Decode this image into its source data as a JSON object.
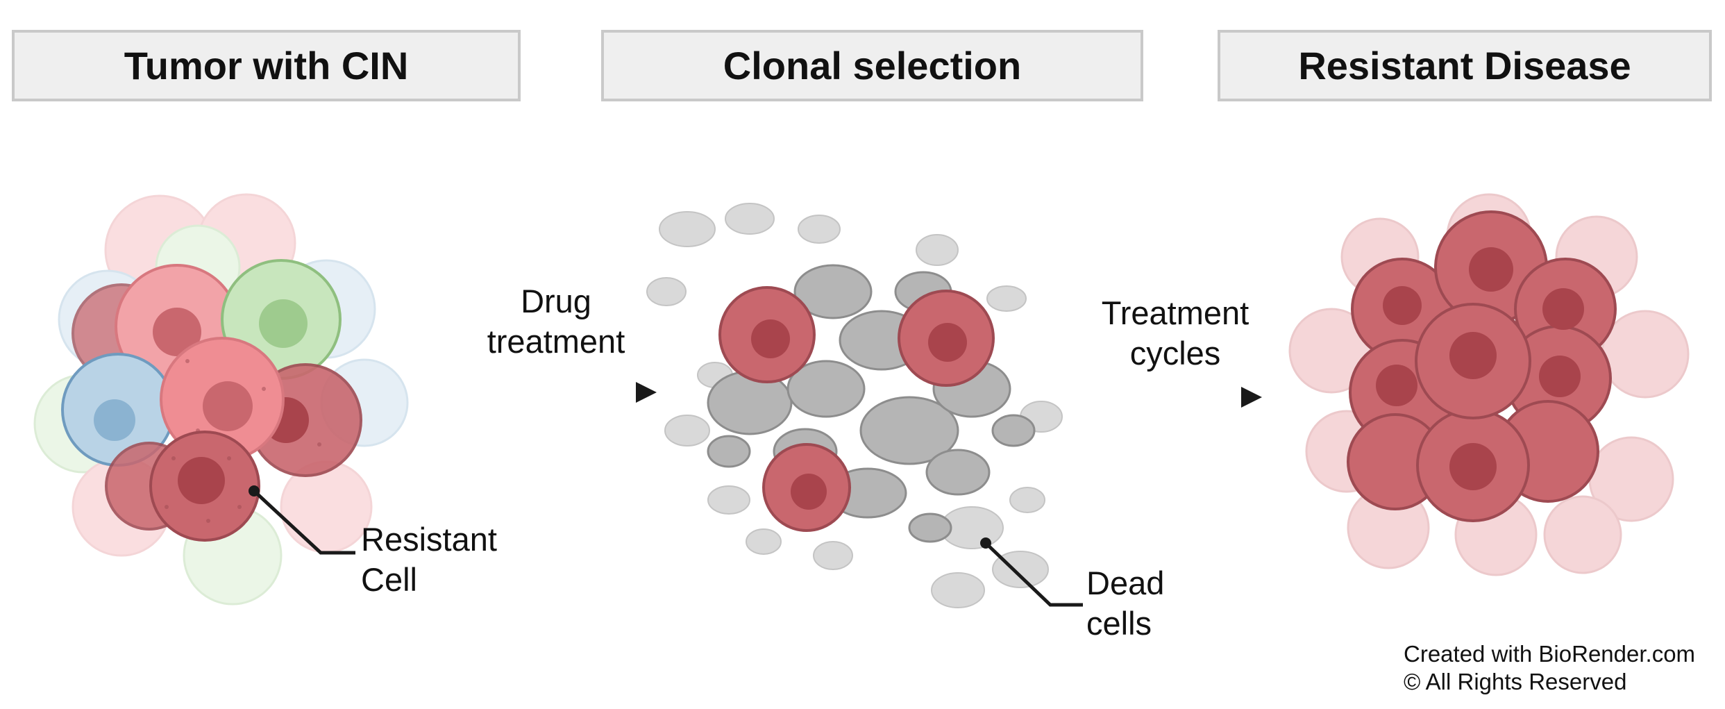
{
  "stages": [
    {
      "title": "Tumor with CIN"
    },
    {
      "title": "Clonal selection"
    },
    {
      "title": "Resistant Disease"
    }
  ],
  "arrows": [
    {
      "label_line1": "Drug",
      "label_line2": "treatment"
    },
    {
      "label_line1": "Treatment",
      "label_line2": "cycles"
    }
  ],
  "callouts": {
    "resistant_cell": {
      "line1": "Resistant",
      "line2": "Cell"
    },
    "dead_cells": {
      "line1": "Dead",
      "line2": "cells"
    }
  },
  "credit": {
    "line1": "Created with BioRender.com",
    "line2": "© All Rights Reserved"
  },
  "colors": {
    "resistant_cell": "#c9676e",
    "pink_cell": "#f2a3a8",
    "green_cell": "#c8e6bd",
    "blue_cell": "#b9d3e6",
    "dead_cell": "#a9a9a9",
    "header_fill": "#efefef",
    "header_border": "#c9c9c9",
    "arrow": "#1a1a1a"
  }
}
